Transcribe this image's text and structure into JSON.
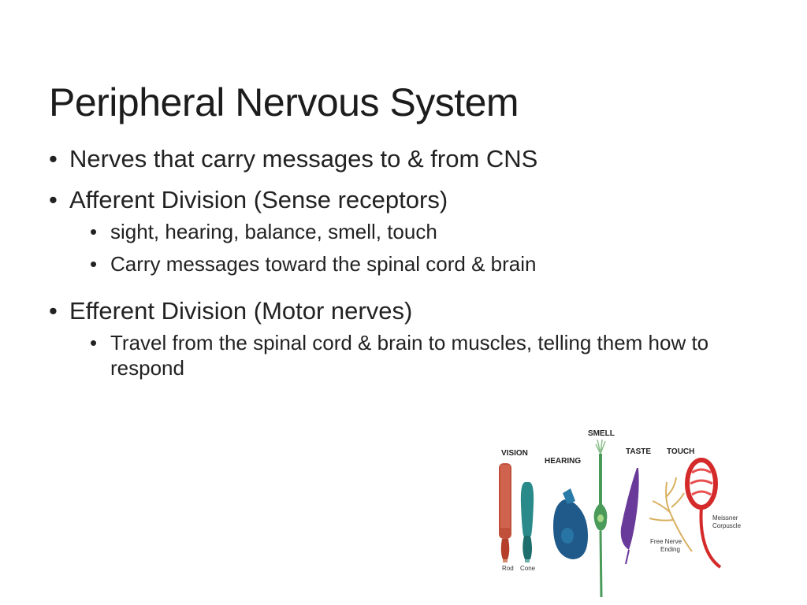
{
  "slide": {
    "title": "Peripheral Nervous System",
    "bullets": [
      "Nerves that carry messages to & from CNS",
      "Afferent Division (Sense receptors)",
      "Efferent Division (Motor nerves)"
    ],
    "afferent_sub": [
      "sight, hearing, balance, smell, touch",
      "Carry messages toward the spinal cord & brain"
    ],
    "efferent_sub": [
      "Travel from the spinal cord & brain to muscles, telling them how to respond"
    ],
    "bullet_glyph": "•"
  },
  "figure": {
    "labels": {
      "vision": "VISION",
      "hearing": "HEARING",
      "smell": "SMELL",
      "taste": "TASTE",
      "touch": "TOUCH",
      "rod": "Rod",
      "cone": "Cone",
      "free_nerve_1": "Free Nerve",
      "free_nerve_2": "Ending",
      "meissner_1": "Meissner",
      "meissner_2": "Corpuscle"
    },
    "colors": {
      "rod": "#c0503a",
      "cone": "#2a8a8a",
      "hearing": "#1f5a8a",
      "smell": "#4a9a5a",
      "taste": "#6a3a9a",
      "free_nerve": "#d9b060",
      "meissner": "#d42a2a"
    }
  }
}
